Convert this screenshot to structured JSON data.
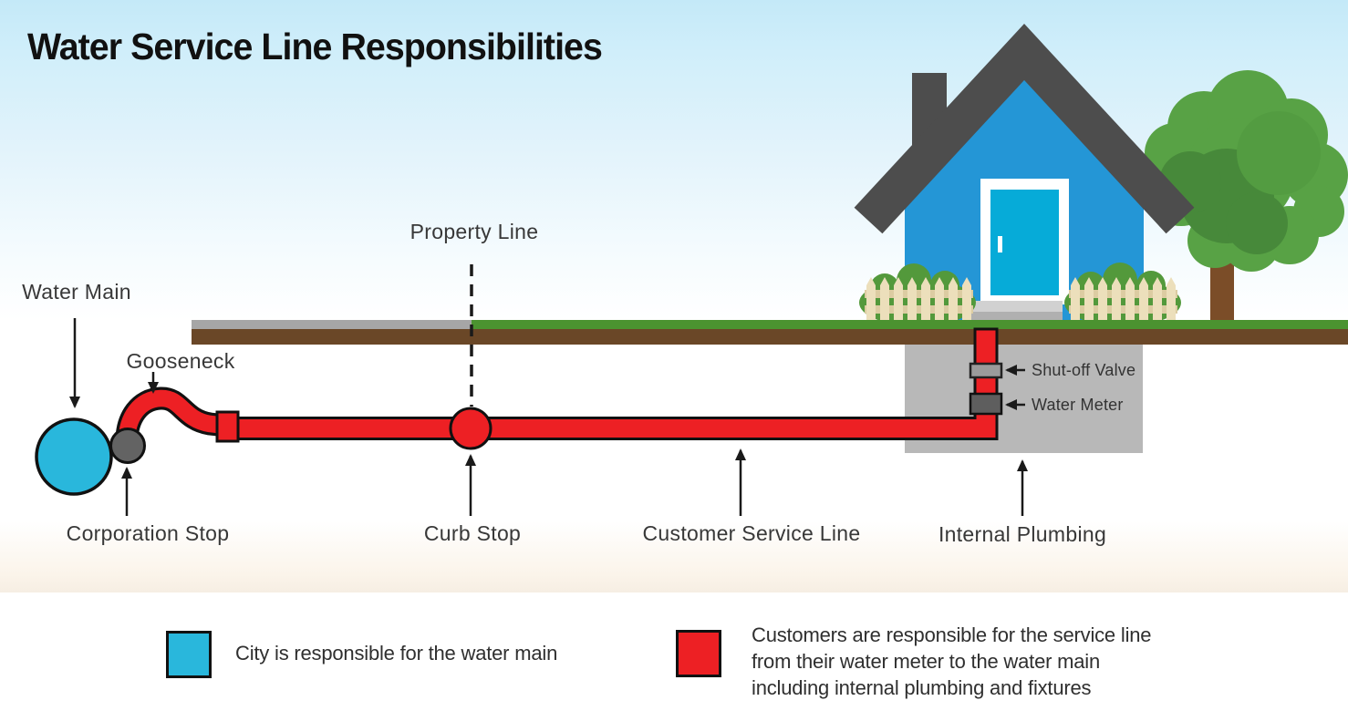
{
  "title": "Water Service Line Responsibilities",
  "labels": {
    "water_main": "Water Main",
    "gooseneck": "Gooseneck",
    "corporation_stop": "Corporation Stop",
    "curb_stop": "Curb Stop",
    "property_line": "Property Line",
    "customer_service_line": "Customer Service Line",
    "internal_plumbing": "Internal Plumbing",
    "shut_off_valve": "Shut-off Valve",
    "water_meter": "Water Meter"
  },
  "colors": {
    "city_blue": "#29b7dc",
    "customer_red": "#ed2024",
    "pipe_red": "#ed2024",
    "house_blue": "#2496d6",
    "roof_gray": "#4d4d4d",
    "grass_green": "#4b9330",
    "dirt_brown": "#6a4727",
    "sidewalk_gray": "#a6a6a6"
  },
  "legend": [
    {
      "color": "#29b7dc",
      "text": "City is responsible for the water main"
    },
    {
      "color": "#ed2024",
      "lines": [
        "Customers are responsible for the service line",
        "from their water meter to the water main",
        "including internal plumbing and fixtures"
      ]
    }
  ]
}
